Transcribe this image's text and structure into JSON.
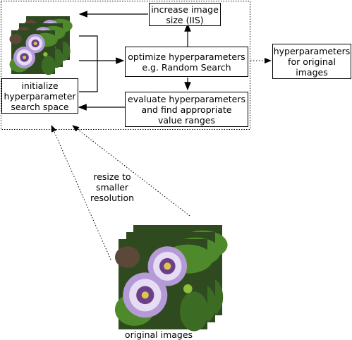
{
  "nodes": {
    "increase_size": "increase image\nsize (IIS)",
    "optimize": "optimize hyperparameters\ne.g. Random Search",
    "evaluate": "evaluate hyperparameters\nand find appropriate\nvalue ranges",
    "initialize": "initialize\nhyperparameter\nsearch space",
    "output": "hyperparameters\nfor original\nimages"
  },
  "labels": {
    "resize": "resize to\nsmaller\nresolution",
    "original_images": "original images"
  },
  "colors": {
    "border": "#000000",
    "leaf_dark": "#2f4a1f",
    "leaf_green": "#4e8a2c",
    "petal_purple": "#b59ad8",
    "petal_light": "#e6dcf4",
    "center_yellow": "#d9c84a",
    "bud_green": "#8fbf3a"
  }
}
